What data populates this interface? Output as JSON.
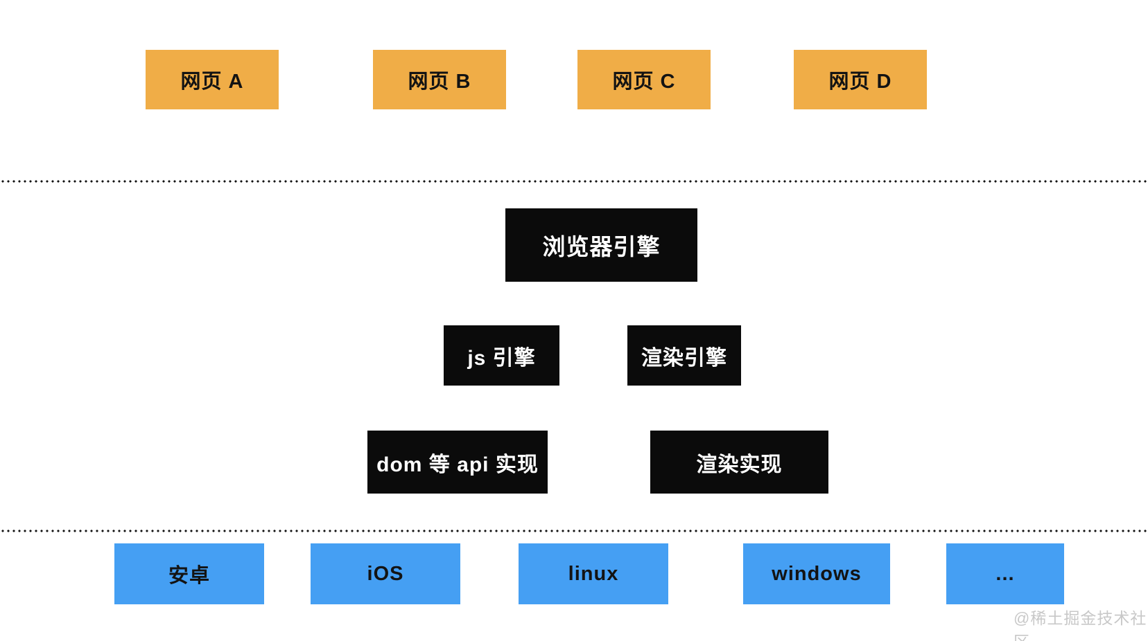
{
  "diagram": {
    "title_semantic": "browser-architecture-layers",
    "webpages": [
      {
        "label": "网页 A"
      },
      {
        "label": "网页 B"
      },
      {
        "label": "网页 C"
      },
      {
        "label": "网页 D"
      }
    ],
    "browser_engine": {
      "label": "浏览器引擎"
    },
    "engines": [
      {
        "label": "js 引擎"
      },
      {
        "label": "渲染引擎"
      }
    ],
    "implementations": [
      {
        "label": "dom 等 api 实现"
      },
      {
        "label": "渲染实现"
      }
    ],
    "platforms": [
      {
        "label": "安卓"
      },
      {
        "label": "iOS"
      },
      {
        "label": "linux"
      },
      {
        "label": "windows"
      },
      {
        "label": "..."
      }
    ],
    "colors": {
      "webpage_fill": "#F0AD47",
      "engine_fill": "#0B0B0B",
      "engine_text": "#FFFFFF",
      "platform_fill": "#459FF3",
      "text_on_light": "#131313",
      "separator_dots": "#111111",
      "watermark_text": "#C8C8C8",
      "background": "#FFFFFF"
    }
  },
  "watermark": {
    "text": "@稀土掘金技术社区"
  }
}
